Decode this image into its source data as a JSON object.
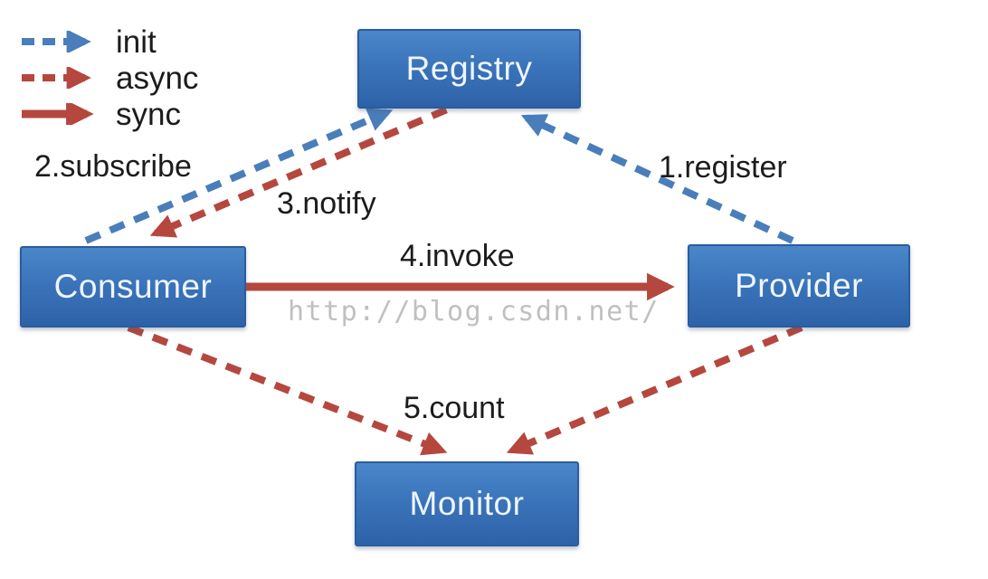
{
  "diagram": {
    "title": "service-registry-architecture",
    "legend": [
      {
        "label": "init",
        "line_style": "dashed",
        "color": "#4a7ebb"
      },
      {
        "label": "async",
        "line_style": "dashed",
        "color": "#b5473f"
      },
      {
        "label": "sync",
        "line_style": "solid",
        "color": "#b5473f"
      }
    ],
    "nodes": {
      "registry": {
        "label": "Registry"
      },
      "consumer": {
        "label": "Consumer"
      },
      "provider": {
        "label": "Provider"
      },
      "monitor": {
        "label": "Monitor"
      }
    },
    "edges": {
      "register": {
        "label": "1.register",
        "type": "init",
        "from": "provider",
        "to": "registry"
      },
      "subscribe": {
        "label": "2.subscribe",
        "type": "init",
        "from": "consumer",
        "to": "registry"
      },
      "notify": {
        "label": "3.notify",
        "type": "async",
        "from": "registry",
        "to": "consumer"
      },
      "invoke": {
        "label": "4.invoke",
        "type": "sync",
        "from": "consumer",
        "to": "provider"
      },
      "count": {
        "label": "5.count",
        "type": "async",
        "from": "consumer_and_provider",
        "to": "monitor"
      }
    },
    "watermark": "http://blog.csdn.net/",
    "colors": {
      "init_blue": "#4a7ebb",
      "async_sync_red": "#b5473f",
      "node_fill_top": "#4a87c9",
      "node_fill_bottom": "#2e62a8",
      "node_text": "#eef5fd",
      "label_text": "#1c1c1c",
      "watermark_gray": "#c0c0c0"
    }
  }
}
